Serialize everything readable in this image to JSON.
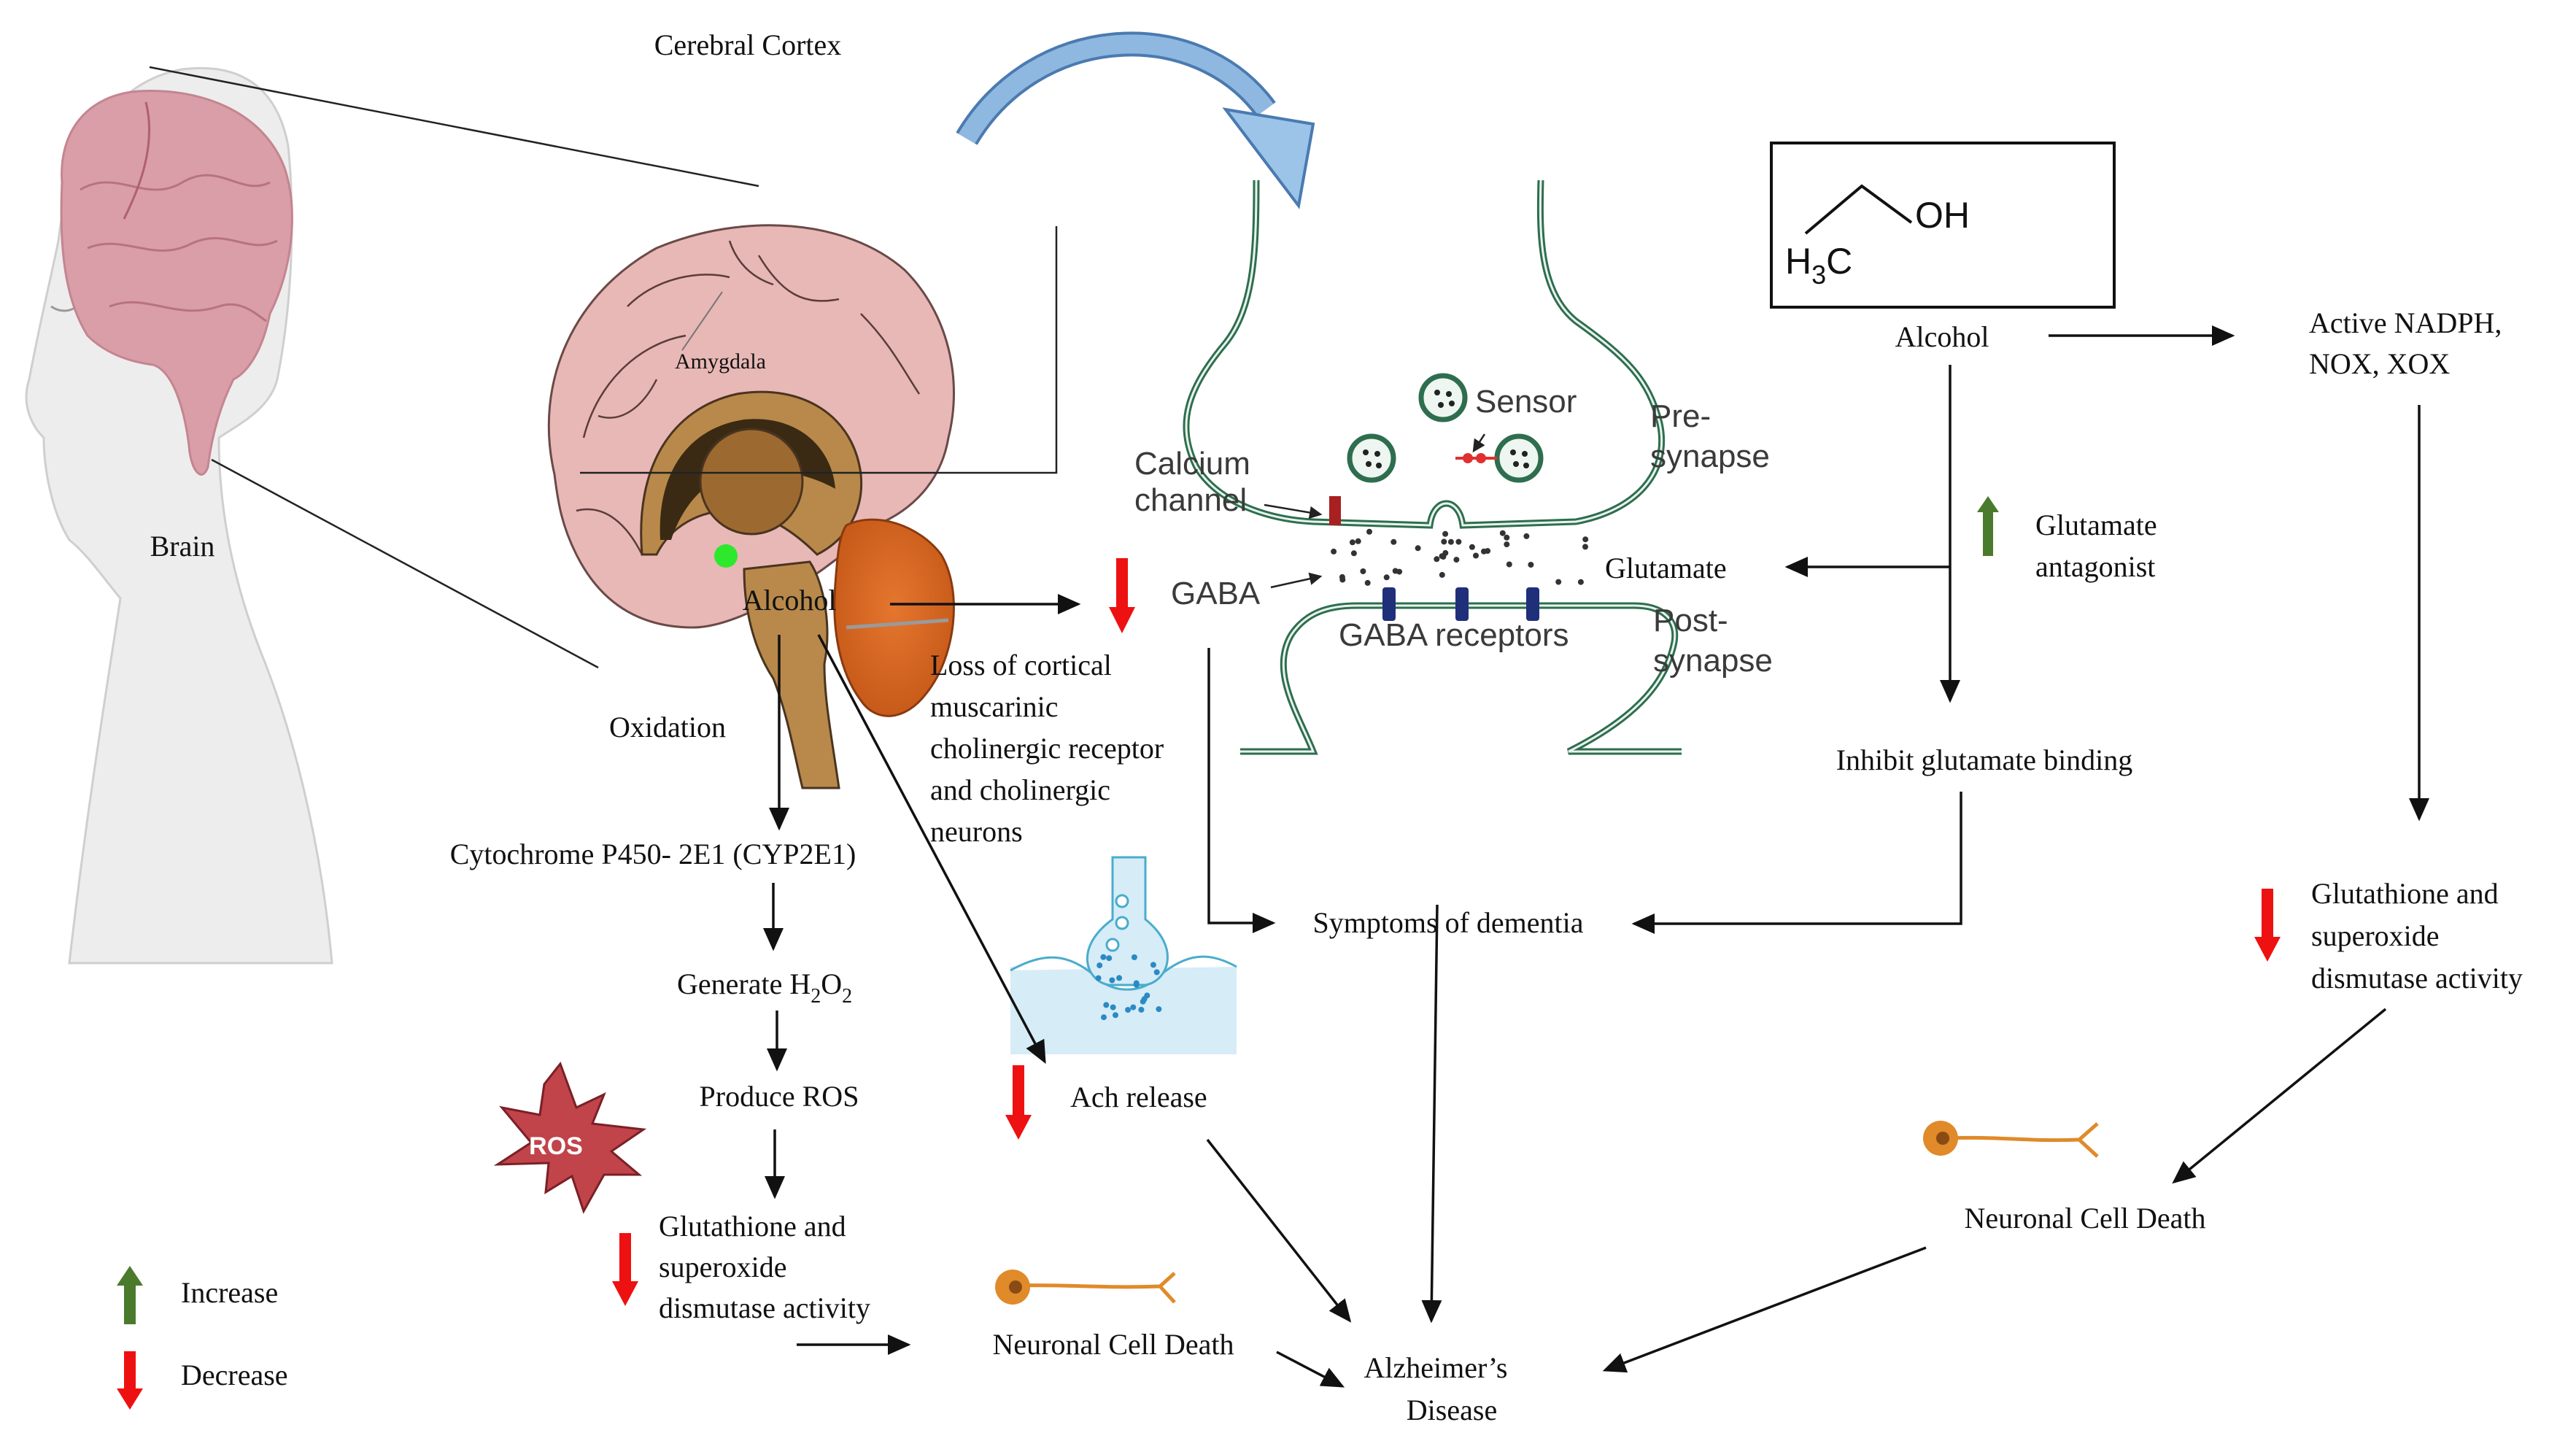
{
  "figure": {
    "title_cortex": "Cerebral Cortex",
    "label_brain": "Brain",
    "label_amygdala": "Amygdala"
  },
  "synapse": {
    "sensor": "Sensor",
    "calcium_line1": "Calcium",
    "calcium_line2": "channel",
    "gaba": "GABA",
    "gaba_receptors": "GABA receptors",
    "pre_line1": "Pre-",
    "pre_line2": "synapse",
    "post_line1": "Post-",
    "post_line2": "synapse",
    "glutamate": "Glutamate"
  },
  "ethanol": {
    "left_group": "H",
    "left_sub": "3",
    "left_c": "C",
    "right_group": "OH",
    "caption": "Alcohol"
  },
  "right_pathway": {
    "nadph_line1": "Active NADPH,",
    "nadph_line2": "NOX, XOX",
    "glutamate_antagonist_line1": "Glutamate",
    "glutamate_antagonist_line2": "antagonist",
    "inhibit_binding": "Inhibit glutamate binding",
    "glut_sod_line1": "Glutathione and",
    "glut_sod_line2": "superoxide",
    "glut_sod_line3": "dismutase activity",
    "neuronal_death": "Neuronal Cell Death"
  },
  "left_pathway": {
    "alcohol": "Alcohol",
    "oxidation": "Oxidation",
    "cyp": "Cytochrome P450- 2E1 (CYP2E1)",
    "generate": "Generate H",
    "h2o2_sub1": "2",
    "h2o2_o": "O",
    "h2o2_sub2": "2",
    "produce_ros": "Produce ROS",
    "ros_badge": "ROS",
    "glut_sod_line1": "Glutathione and",
    "glut_sod_line2": "superoxide",
    "glut_sod_line3": "dismutase activity",
    "neuronal_death": "Neuronal Cell Death"
  },
  "middle_pathway": {
    "loss_line1": "Loss of cortical",
    "loss_line2": "muscarinic",
    "loss_line3": "cholinergic receptor",
    "loss_line4": "and cholinergic",
    "loss_line5": "neurons",
    "ach_release": "Ach release",
    "symptoms": "Symptoms of dementia",
    "alz_line1": "Alzheimer’s",
    "alz_line2": "Disease"
  },
  "legend": {
    "increase": "Increase",
    "decrease": "Decrease"
  },
  "colors": {
    "increase_arrow": "#4a7a2c",
    "decrease_arrow": "#ee1111",
    "membrane": "#2e6e4e",
    "blue_arrow": "#8fb8e0",
    "ros": "#c0444a",
    "neuron": "#e08a2a"
  }
}
